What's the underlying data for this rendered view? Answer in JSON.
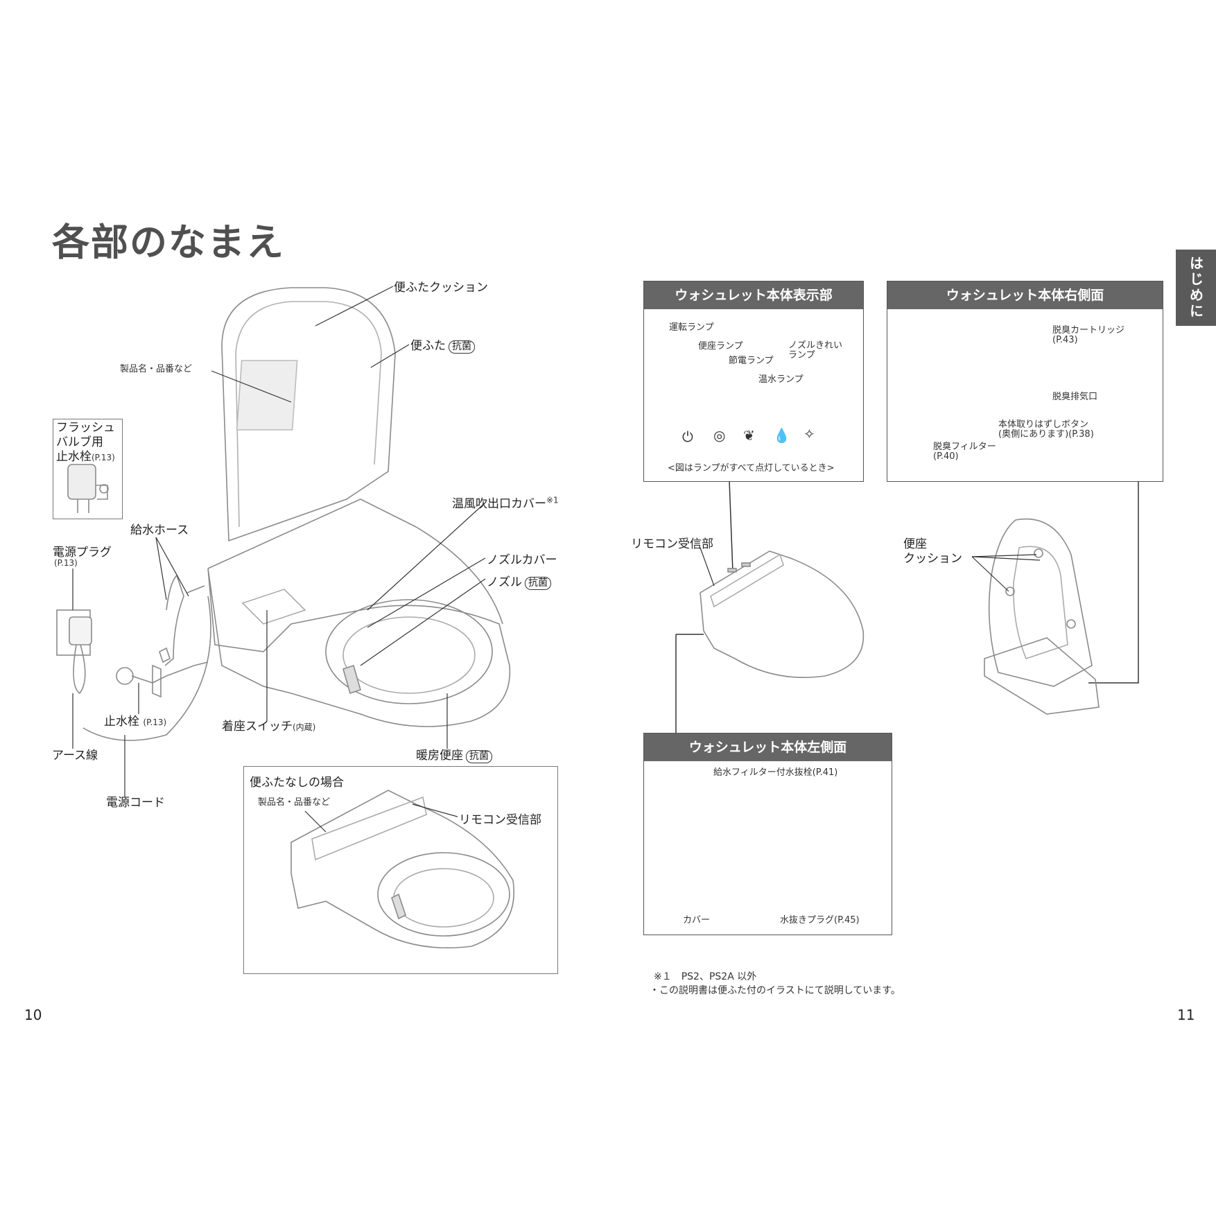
{
  "page": {
    "title": "各部のなまえ",
    "side_tab": "はじめに",
    "page_left": "10",
    "page_right": "11"
  },
  "left": {
    "lid_cushion": "便ふたクッション",
    "lid": "便ふた",
    "antibac": "抗菌",
    "product_name": "製品名・品番など",
    "flush_title": "フラッシュ\nバルブ用\n止水栓",
    "flush_ref": "(P.13)",
    "water_hose": "給水ホース",
    "power_plug": "電源プラグ",
    "power_plug_ref": "(P.13)",
    "warm_air_cover": "温風吹出口カバー",
    "warm_air_note_mark": "※1",
    "nozzle_cover": "ノズルカバー",
    "nozzle": "ノズル",
    "stop_valve": "止水栓",
    "stop_valve_ref": "(P.13)",
    "seat_switch": "着座スイッチ",
    "seat_switch_note": "(内蔵)",
    "earth_wire": "アース線",
    "heated_seat": "暖房便座",
    "power_cord": "電源コード"
  },
  "no_lid": {
    "title": "便ふたなしの場合",
    "product_name": "製品名・品番など",
    "remote_receiver": "リモコン受信部"
  },
  "display_panel": {
    "title": "ウォシュレット本体表示部",
    "lamp_power": "運転ランプ",
    "lamp_seat": "便座ランプ",
    "lamp_eco": "節電ランプ",
    "lamp_water": "温水ランプ",
    "lamp_nozzle": "ノズルきれい\nランプ",
    "caption": "<図はランプがすべて点灯しているとき>"
  },
  "right_side": {
    "title": "ウォシュレット本体右側面",
    "deodor_cartridge": "脱臭カートリッジ",
    "deodor_cartridge_ref": "(P.43)",
    "deodor_exhaust": "脱臭排気口",
    "remove_button": "本体取りはずしボタン",
    "remove_button_note": "(奥側にあります)(P.38)",
    "deodor_filter": "脱臭フィルター",
    "deodor_filter_ref": "(P.40)"
  },
  "center": {
    "remote_receiver": "リモコン受信部",
    "seat_cushion": "便座\nクッション"
  },
  "left_side": {
    "title": "ウォシュレット本体左側面",
    "water_filter": "給水フィルター付水抜栓(P.41)",
    "cover": "カバー",
    "drain_plug": "水抜きプラグ(P.45)"
  },
  "notes": {
    "note1": "※１　PS2、PS2A 以外",
    "note2": "・この説明書は便ふた付のイラストにて説明しています。"
  }
}
